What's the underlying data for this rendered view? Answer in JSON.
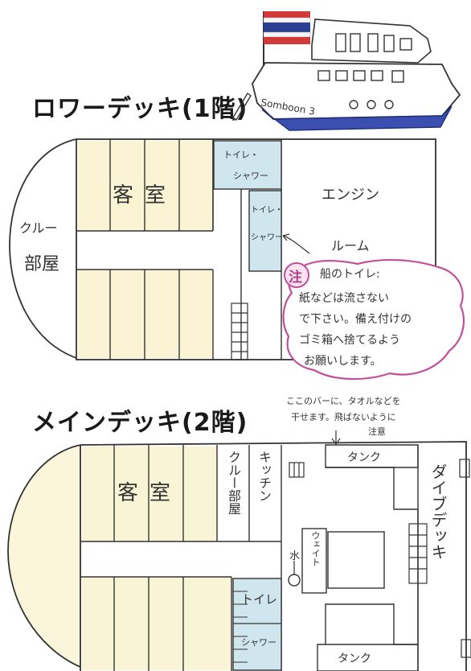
{
  "ship": {
    "name": "Somboon 3"
  },
  "lower_deck": {
    "title": "ロワーデッキ(1階)",
    "cabin": "客室",
    "crew_room": [
      "クルー",
      "部屋"
    ],
    "toilet_shower_1": [
      "トイレ・",
      "シャワー"
    ],
    "toilet_shower_2": [
      "トイレ・",
      "シャワー"
    ],
    "engine_room": [
      "エンジン",
      "ルーム"
    ]
  },
  "note": {
    "mark": "注",
    "lines": [
      "船のトイレ:",
      "紙などは流さない",
      "で下さい。備え付けの",
      "ゴミ箱へ捨てるよう",
      "お願いします。"
    ]
  },
  "main_deck": {
    "title": "メインデッキ(2階)",
    "bar_note": [
      "ここのバーに、タオルなどを",
      "干せます。飛ばないように",
      "注意"
    ],
    "cabin": "客室",
    "crew_room": "クルー部屋",
    "kitchen": "キッチン",
    "tank_top": "タンク",
    "tank_bottom": "タンク",
    "weight": "ウェイト",
    "water": "水",
    "toilet": "トイレ",
    "shower": "シャワー",
    "dive_deck": "ダイブデッキ"
  },
  "colors": {
    "yellow_wash": "#f5e9b0",
    "blue_wash": "#cfe6ee",
    "pink_cloud": "#c0509a",
    "flag_red": "#d23a3a",
    "flag_blue": "#2a3f8f",
    "hull_blue": "#3b4fb0"
  }
}
